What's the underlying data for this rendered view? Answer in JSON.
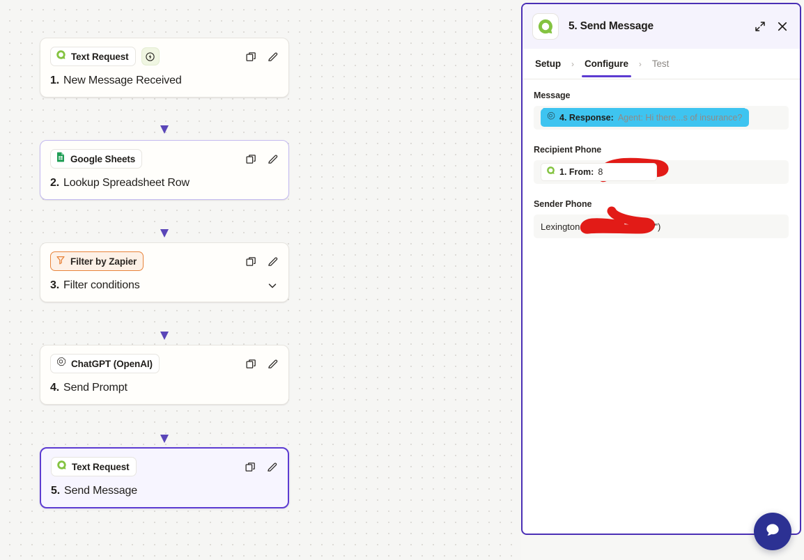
{
  "canvas": {
    "steps": [
      {
        "app": "Text Request",
        "icon": "text-request-icon",
        "num": "1.",
        "title": "New Message Received",
        "trigger_icon": "lightning-bolt-icon",
        "state": "default"
      },
      {
        "app": "Google Sheets",
        "icon": "google-sheets-icon",
        "num": "2.",
        "title": "Lookup Spreadsheet Row",
        "state": "hovered"
      },
      {
        "app": "Filter by Zapier",
        "icon": "filter-funnel-icon",
        "num": "3.",
        "title": "Filter conditions",
        "chevron_icon": "chevron-down-icon",
        "state": "default"
      },
      {
        "app": "ChatGPT (OpenAI)",
        "icon": "openai-icon",
        "num": "4.",
        "title": "Send Prompt",
        "state": "default"
      },
      {
        "app": "Text Request",
        "icon": "text-request-icon",
        "num": "5.",
        "title": "Send Message",
        "state": "selected"
      }
    ],
    "card_actions": {
      "copy_icon": "copy-icon",
      "edit_icon": "pencil-edit-icon"
    }
  },
  "panel": {
    "logo_icon": "text-request-logo-icon",
    "title": "5. Send Message",
    "expand_icon": "expand-fullscreen-icon",
    "close_icon": "close-icon",
    "tabs": [
      {
        "label": "Setup",
        "state": "done"
      },
      {
        "label": "Configure",
        "state": "active"
      },
      {
        "label": "Test",
        "state": "inactive"
      }
    ],
    "tab_separator": "›",
    "fields": [
      {
        "label": "Message",
        "type": "token",
        "token_icon": "openai-icon",
        "token_key": "4. Response:",
        "token_value": "Agent: Hi there...s of insurance?",
        "highlighted": true
      },
      {
        "label": "Recipient Phone",
        "type": "token",
        "token_icon": "text-request-icon",
        "token_key": "1. From:",
        "token_value": "8",
        "highlighted": false,
        "redacted": true
      },
      {
        "label": "Sender Phone",
        "type": "plain",
        "value_prefix": "Lexington(\"",
        "value_suffix": "\")",
        "redacted": true
      }
    ]
  },
  "chat_widget": {
    "icon": "chat-bubble-icon"
  },
  "colors": {
    "accent_purple": "#5c3bd1",
    "panel_border": "#4a2fb5",
    "filter_orange": "#e8833a",
    "text_request_green": "#84c341",
    "sheets_green": "#1f9d55",
    "highlight_cyan": "#3ec4f0",
    "redaction_red": "#e21b17",
    "chat_widget_blue": "#2c3193"
  }
}
